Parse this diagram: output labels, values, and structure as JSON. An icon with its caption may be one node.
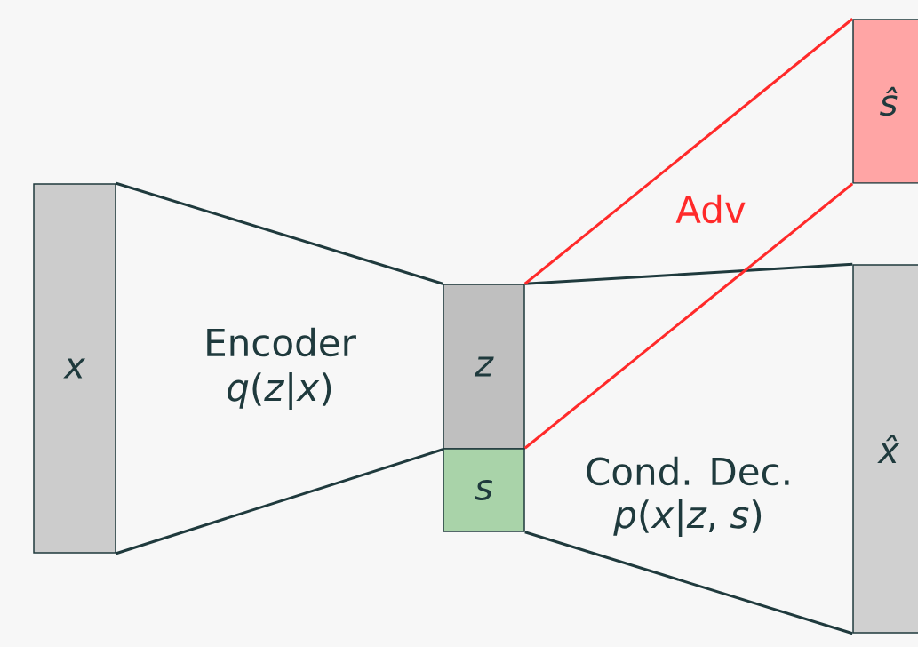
{
  "diagram": {
    "nodes": [
      {
        "text": [
          "x"
        ]
      },
      {
        "text": [
          "z"
        ]
      },
      {
        "text": [
          "s"
        ]
      },
      {
        "text": [
          "ŝ"
        ]
      },
      {
        "text": [
          "x̂"
        ]
      }
    ],
    "edges": [
      {
        "from": 0,
        "to": 1,
        "arrow": "none"
      },
      {
        "from": 0,
        "to": 1,
        "arrow": "none"
      },
      {
        "from": 1,
        "to": 4,
        "arrow": "none"
      },
      {
        "from": 2,
        "to": 4,
        "arrow": "none"
      },
      {
        "from": 1,
        "to": 3,
        "arrow": "none",
        "color": "#ff2a2a"
      },
      {
        "from": 2,
        "to": 3,
        "arrow": "none",
        "color": "#ff2a2a"
      }
    ],
    "labels": [
      "Encoder",
      "*q*(*z*|*x*)",
      "Adv",
      "Cond. Dec.",
      "*p*(*x*|*z*, *s*)"
    ]
  }
}
